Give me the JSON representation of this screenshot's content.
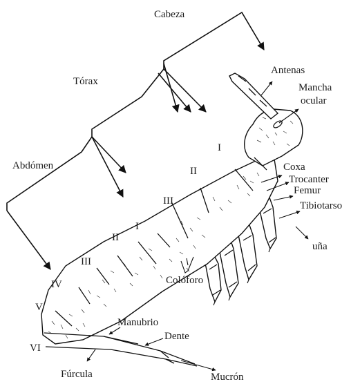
{
  "diagram": {
    "regions": {
      "head": "Cabeza",
      "thorax": "Tórax",
      "abdomen": "Abdómen"
    },
    "thorax_segments": [
      "I",
      "II",
      "III"
    ],
    "abdomen_segments": [
      "I",
      "II",
      "III",
      "IV",
      "V",
      "VI"
    ],
    "structures": {
      "antennae": "Antenas",
      "eye_spot_line1": "Mancha",
      "eye_spot_line2": "ocular",
      "coxa": "Coxa",
      "trochanter": "Trocanter",
      "femur": "Femur",
      "tibiotarsus": "Tibiotarso",
      "claw": "uña",
      "colophore": "Colóforo",
      "manubrium": "Manubrio",
      "dens": "Dente",
      "furcula": "Fúrcula",
      "mucro": "Mucrón"
    }
  }
}
